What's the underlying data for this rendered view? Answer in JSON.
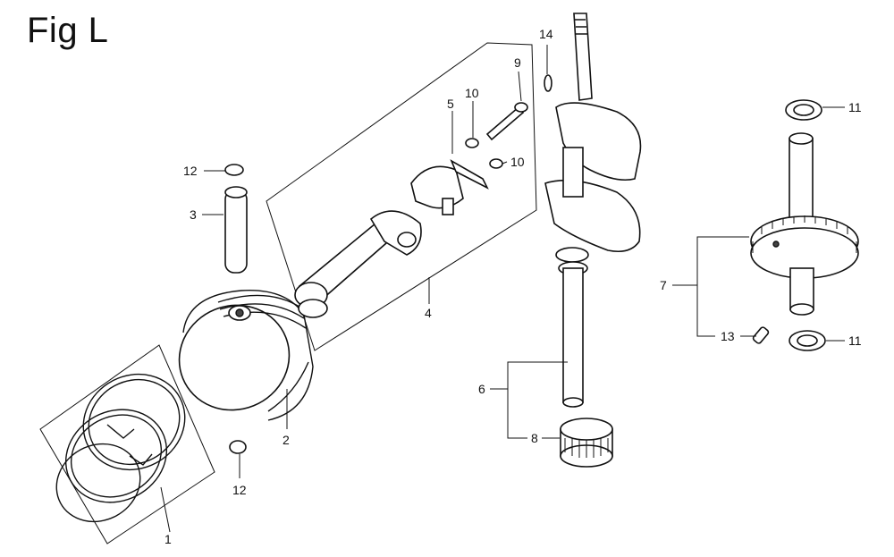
{
  "title": "Fig L",
  "colors": {
    "ink": "#111111",
    "background": "#ffffff"
  },
  "callouts": {
    "c1": "1",
    "c2": "2",
    "c3": "3",
    "c4": "4",
    "c5": "5",
    "c6": "6",
    "c7": "7",
    "c8": "8",
    "c9": "9",
    "c10a": "10",
    "c10b": "10",
    "c11a": "11",
    "c11b": "11",
    "c12a": "12",
    "c12b": "12",
    "c13": "13",
    "c14": "14"
  }
}
